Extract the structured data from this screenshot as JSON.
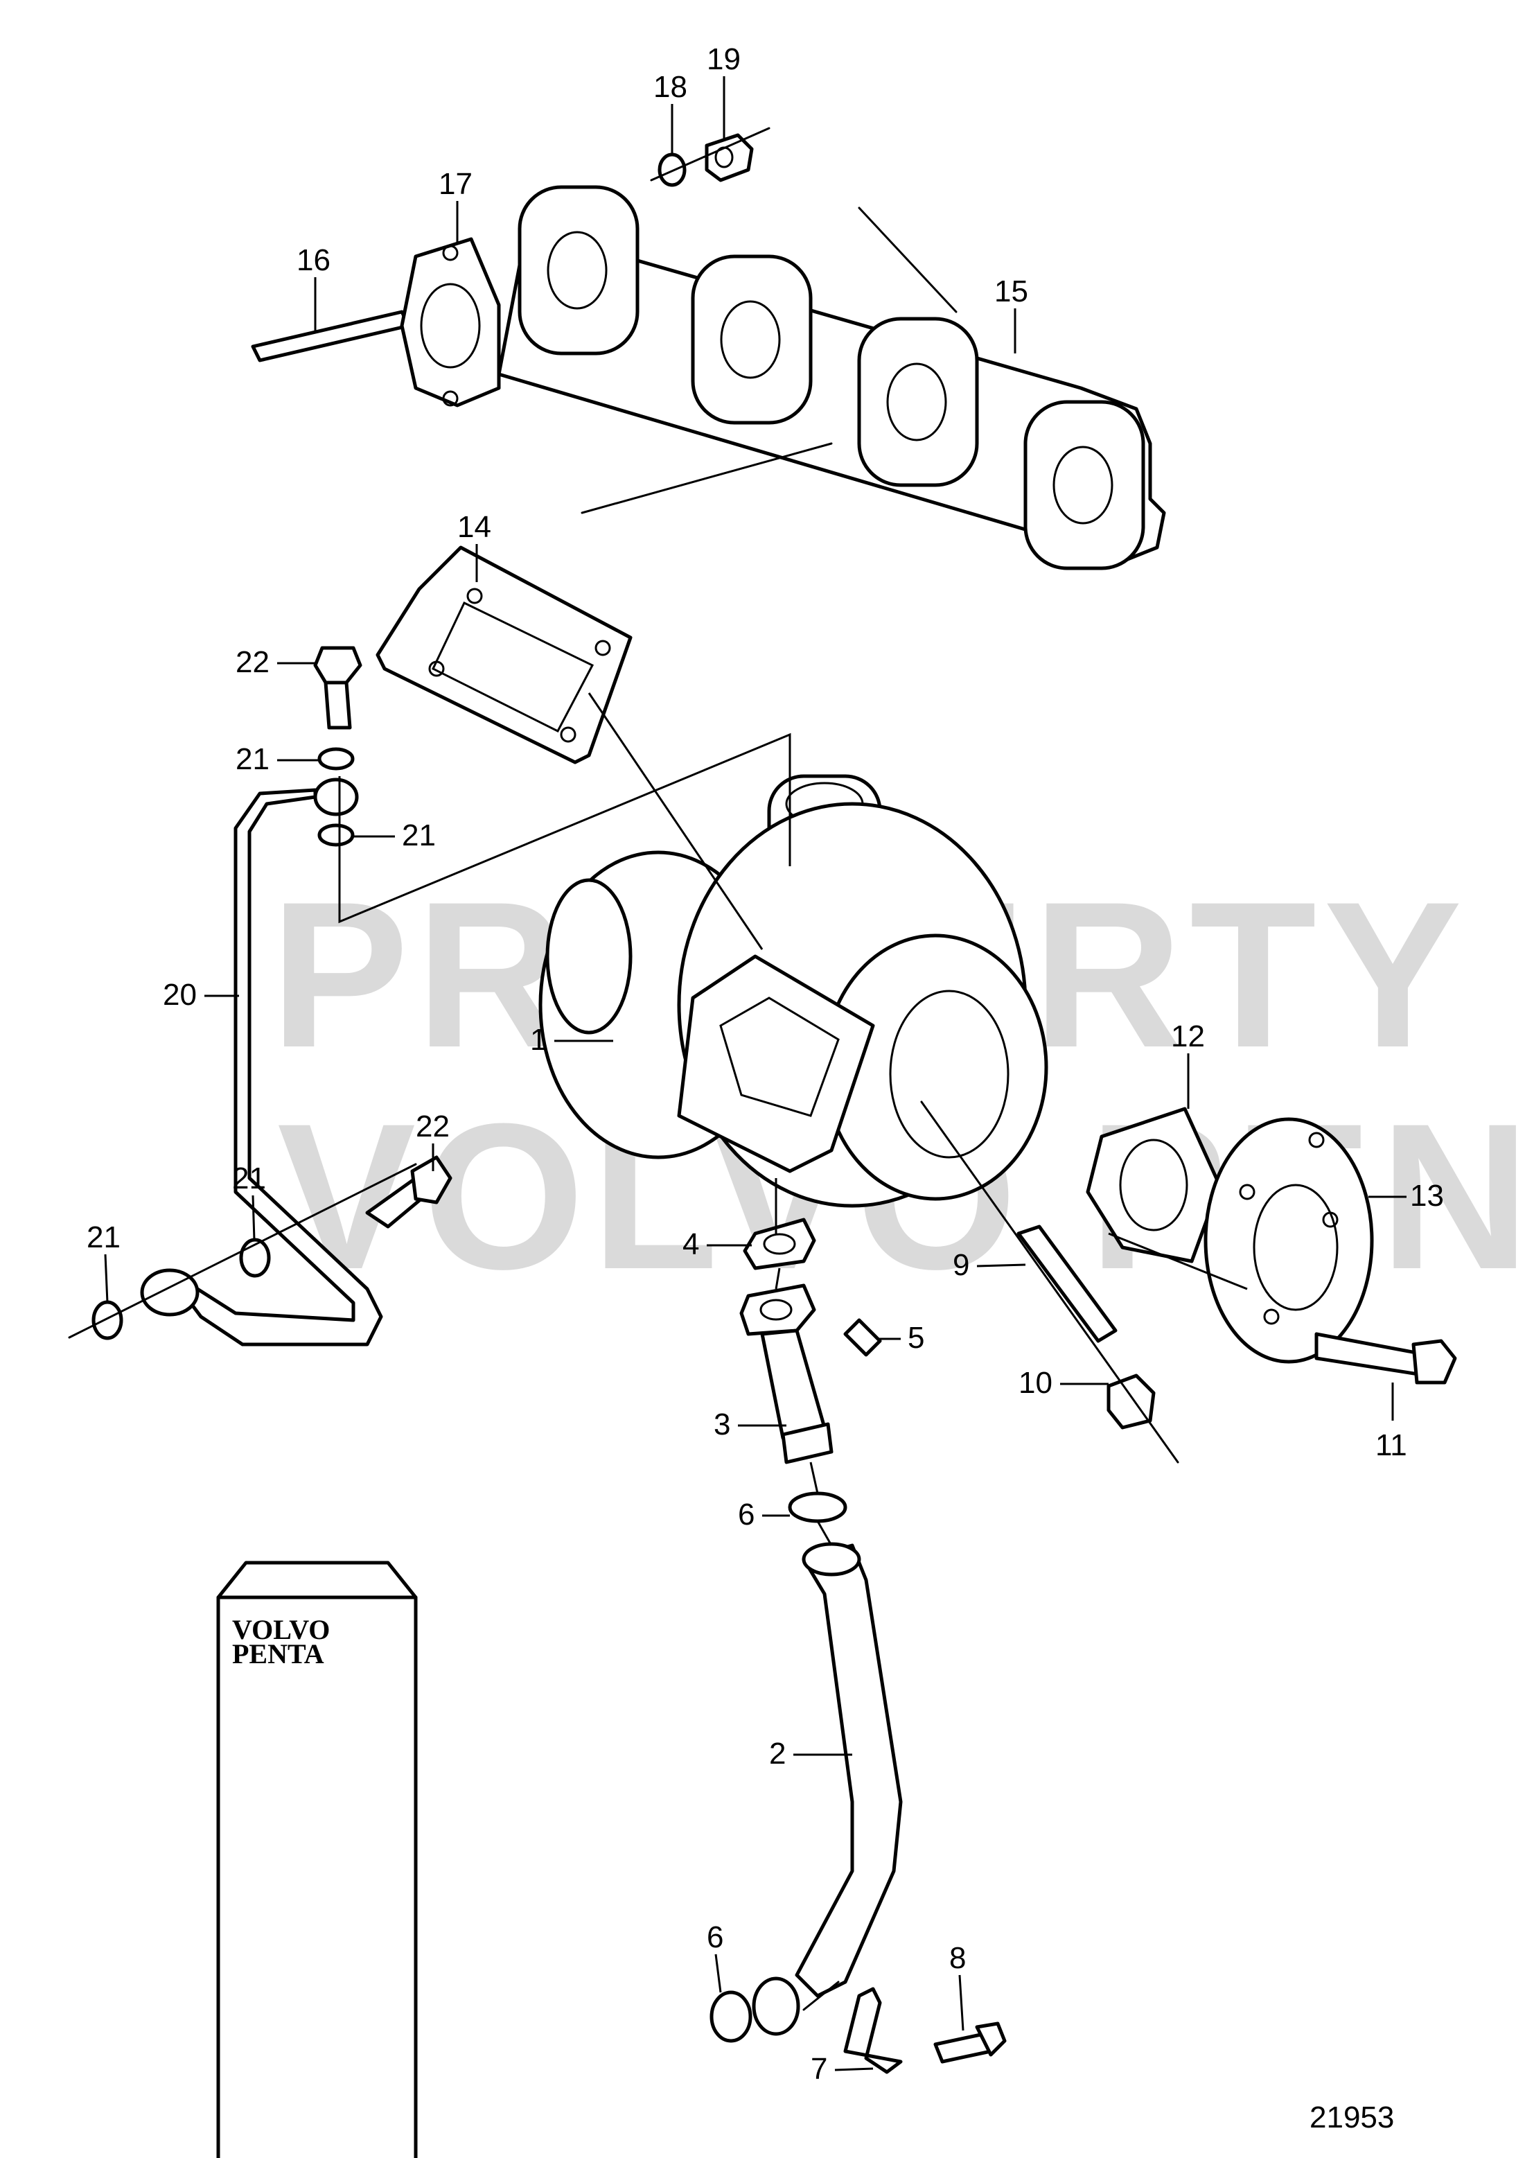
{
  "watermark": {
    "line1": "PROPERTY OF",
    "line2": "VOLVO PENTA"
  },
  "logo": {
    "line1": "VOLVO",
    "line2": "PENTA"
  },
  "figure_number": "21953",
  "callouts": {
    "c1": "1",
    "c2": "2",
    "c3": "3",
    "c4": "4",
    "c5": "5",
    "c6a": "6",
    "c6b": "6",
    "c7": "7",
    "c8": "8",
    "c9": "9",
    "c10": "10",
    "c11": "11",
    "c12": "12",
    "c13": "13",
    "c14": "14",
    "c15": "15",
    "c16": "16",
    "c17": "17",
    "c18": "18",
    "c19": "19",
    "c20": "20",
    "c21a": "21",
    "c21b": "21",
    "c21c": "21",
    "c21d": "21",
    "c22a": "22",
    "c22b": "22"
  }
}
